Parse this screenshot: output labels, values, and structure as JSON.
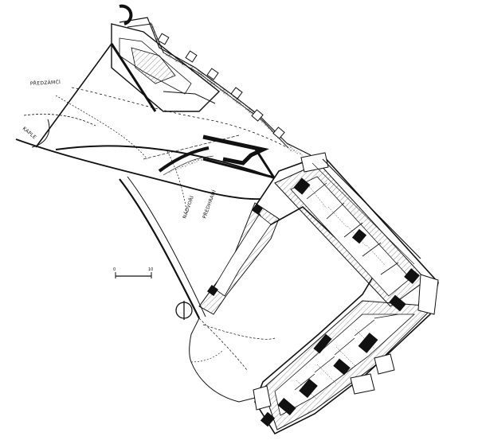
{
  "plan": {
    "labels": {
      "predzamci": "PŘEDZÁMČÍ",
      "kaple": "KAPLE",
      "pridvori": "PŘEDHRADÍ",
      "nadvori": "NÁDVOŘÍ"
    },
    "scale": {
      "start": "0",
      "end": "10"
    },
    "colors": {
      "ink": "#111111",
      "stipple": "#6d6d6d",
      "paper": "#ffffff"
    }
  }
}
